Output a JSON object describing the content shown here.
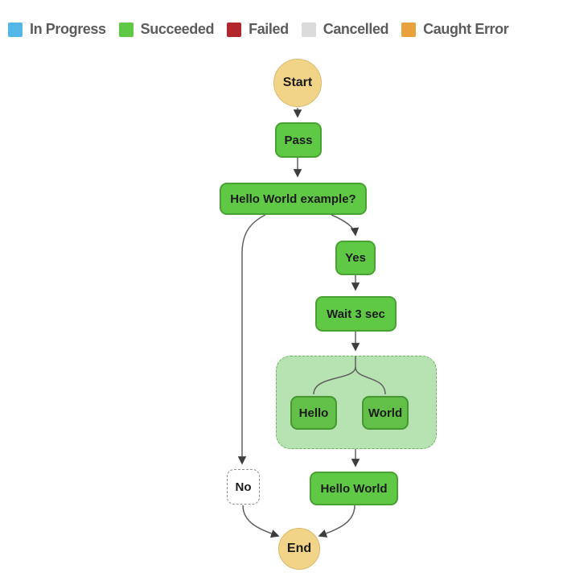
{
  "legend": {
    "items": [
      {
        "id": "in-progress",
        "label": "In Progress",
        "color": "#54B7E8"
      },
      {
        "id": "succeeded",
        "label": "Succeeded",
        "color": "#5FC844"
      },
      {
        "id": "failed",
        "label": "Failed",
        "color": "#B1272C"
      },
      {
        "id": "cancelled",
        "label": "Cancelled",
        "color": "#DBDBDB"
      },
      {
        "id": "caught-error",
        "label": "Caught Error",
        "color": "#E9A13B"
      }
    ]
  },
  "graph": {
    "nodes": {
      "start": {
        "label": "Start",
        "type": "start",
        "status": "terminal"
      },
      "pass": {
        "label": "Pass",
        "type": "pass",
        "status": "succeeded"
      },
      "choice": {
        "label": "Hello World example?",
        "type": "choice",
        "status": "succeeded"
      },
      "yes": {
        "label": "Yes",
        "type": "pass",
        "status": "succeeded"
      },
      "wait": {
        "label": "Wait 3 sec",
        "type": "wait",
        "status": "succeeded"
      },
      "parallel": {
        "label": "",
        "type": "parallel",
        "status": "succeeded-branch"
      },
      "hello": {
        "label": "Hello",
        "type": "task",
        "status": "succeeded"
      },
      "world": {
        "label": "World",
        "type": "task",
        "status": "succeeded"
      },
      "hello_world": {
        "label": "Hello World",
        "type": "task",
        "status": "succeeded"
      },
      "no": {
        "label": "No",
        "type": "pass",
        "status": "not-executed"
      },
      "end": {
        "label": "End",
        "type": "end",
        "status": "terminal"
      }
    },
    "edges": [
      {
        "from": "start",
        "to": "pass"
      },
      {
        "from": "pass",
        "to": "choice"
      },
      {
        "from": "choice",
        "to": "yes"
      },
      {
        "from": "choice",
        "to": "no"
      },
      {
        "from": "yes",
        "to": "wait"
      },
      {
        "from": "wait",
        "to": "parallel"
      },
      {
        "from": "parallel",
        "to": "hello"
      },
      {
        "from": "parallel",
        "to": "world"
      },
      {
        "from": "parallel",
        "to": "hello_world"
      },
      {
        "from": "hello_world",
        "to": "end"
      },
      {
        "from": "no",
        "to": "end"
      }
    ]
  },
  "colors": {
    "succeeded_fill": "#5FC844",
    "succeeded_border": "#48A232",
    "inner_fill": "#62C048",
    "inner_border": "#469632",
    "branch_fill": "#B7E2B1",
    "branch_border": "#6EB45F",
    "terminal_fill": "#F2D488",
    "terminal_border": "#D9BA6E",
    "skipped_fill": "#FFFFFF",
    "skipped_border": "#8F8F8F",
    "edge": "#606060",
    "node_text": "#1B1B1B",
    "legend_text": "#5C5C5E"
  }
}
